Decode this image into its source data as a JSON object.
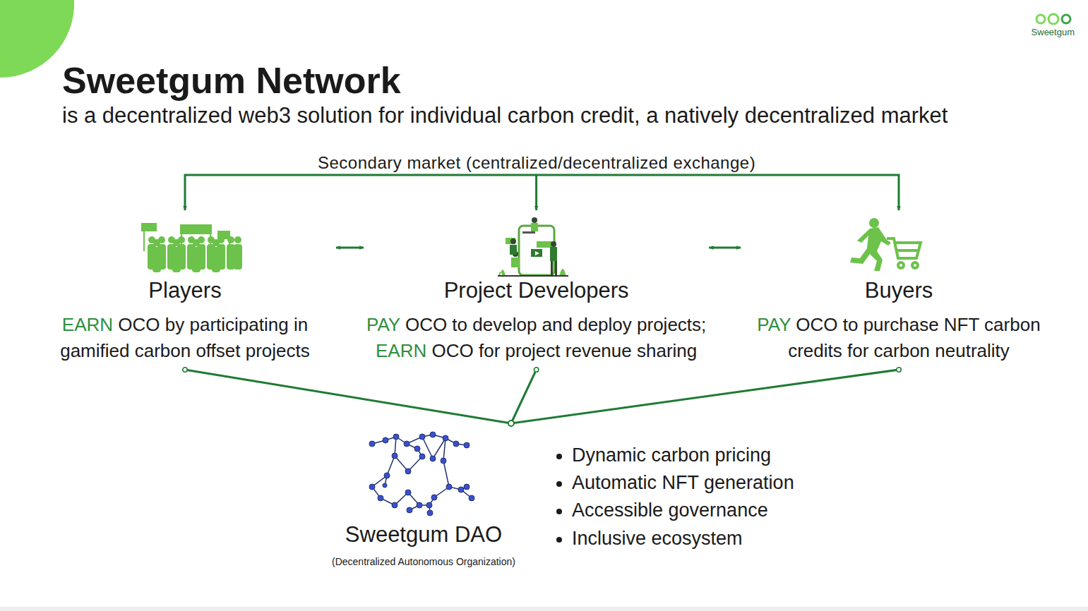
{
  "diagram": {
    "title": "Sweetgum Network",
    "nodes": [
      {
        "text": [
          "Secondary market (centralized/decentralized exchange)"
        ]
      },
      {
        "text": [
          "Players",
          "EARN OCO by participating in gamified carbon offset projects"
        ]
      },
      {
        "text": [
          "Project Developers",
          "PAY OCO to develop and deploy projects; EARN OCO for project revenue sharing"
        ]
      },
      {
        "text": [
          "Buyers",
          "PAY OCO to purchase NFT carbon credits for carbon neutrality"
        ]
      },
      {
        "text": [
          "Sweetgum DAO",
          "(Decentralized Autonomous Organization)"
        ]
      }
    ],
    "edges": [
      {
        "from": 0,
        "to": 1,
        "arrow": "to"
      },
      {
        "from": 0,
        "to": 2,
        "arrow": "to"
      },
      {
        "from": 0,
        "to": 3,
        "arrow": "to"
      },
      {
        "from": 1,
        "to": 2,
        "arrow": "both"
      },
      {
        "from": 2,
        "to": 3,
        "arrow": "both"
      },
      {
        "from": 1,
        "to": 4,
        "arrow": "none"
      },
      {
        "from": 2,
        "to": 4,
        "arrow": "none"
      },
      {
        "from": 3,
        "to": 4,
        "arrow": "none"
      }
    ],
    "labels": [
      "Sweetgum",
      "is a decentralized web3 solution for individual carbon credit, a natively decentralized market",
      "Dynamic carbon pricing",
      "Automatic NFT generation",
      "Accessible governance",
      "Inclusive ecosystem"
    ]
  }
}
